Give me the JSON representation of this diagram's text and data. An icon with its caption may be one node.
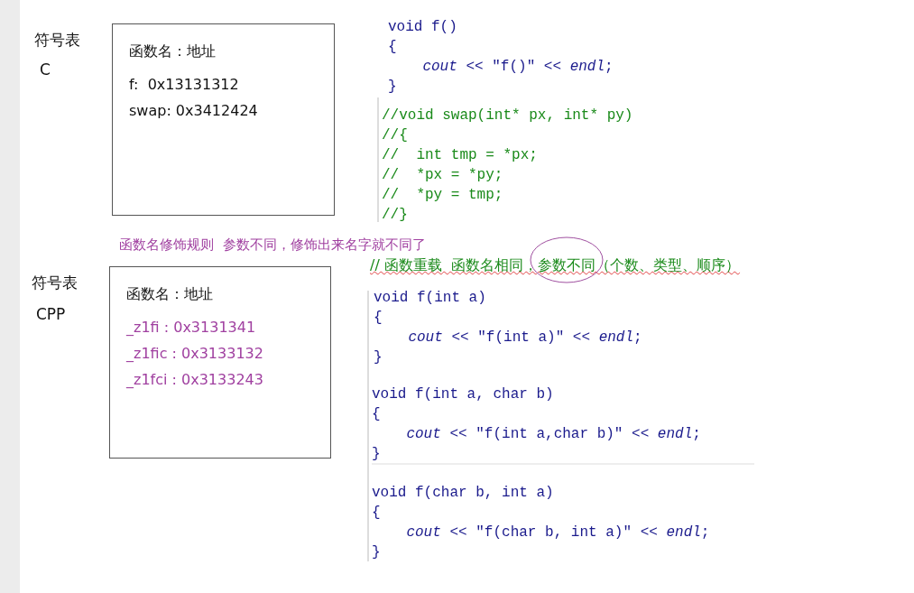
{
  "diagram": {
    "nodes": [
      {
        "text": [
          "函数名：地址",
          "f:  0x13131312",
          "swap: 0x3412424"
        ]
      },
      {
        "text": [
          "函数名：地址",
          "_z1fi : 0x3131341",
          "_z1fic : 0x3133132",
          "_z1fci : 0x3133243"
        ]
      },
      {
        "text": [],
        "shape": "circle"
      }
    ],
    "edges": [],
    "labels": [
      "符号表",
      "C",
      "void f()",
      "{",
      "    *cout* << \"f()\" << *endl*;",
      "}",
      "//void swap(int* px, int* py)",
      "//{",
      "//  int tmp = *px;",
      "//  *px = *py;",
      "//  *py = tmp;",
      "//}",
      "函数名修饰规则  参数不同，修饰出来名字就不同了",
      "// 函数重载  函数名相同，参数不同（个数、类型、顺序）",
      "符号表",
      "CPP",
      "void f(int a)",
      "{",
      "    *cout* << \"f(int a)\" << *endl*;",
      "}",
      "void f(int a, char b)",
      "{",
      "    *cout* << \"f(int a,char b)\" << *endl*;",
      "}",
      "void f(char b, int a)",
      "{",
      "    *cout* << \"f(char b, int a)\" << *endl*;",
      "}"
    ]
  }
}
